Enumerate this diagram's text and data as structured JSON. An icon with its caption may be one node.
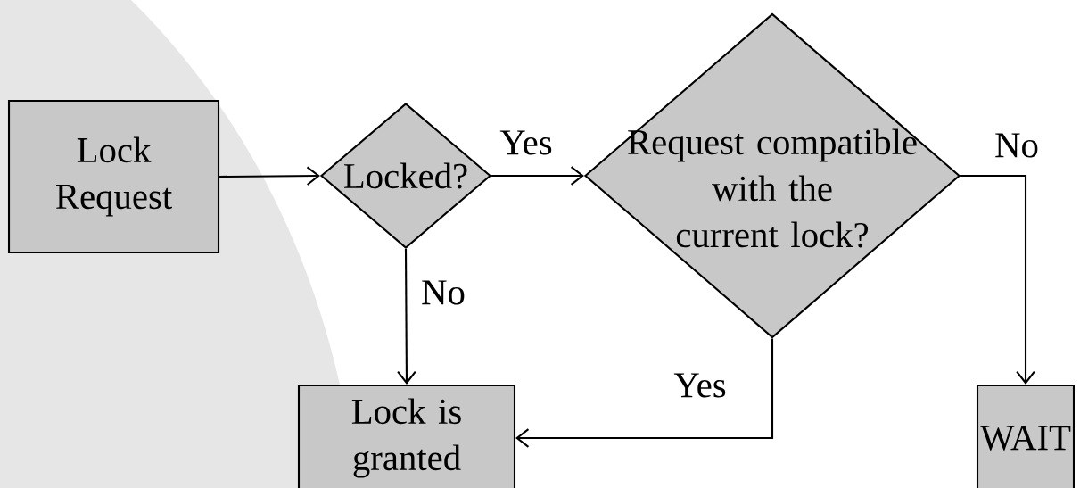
{
  "diagram": {
    "nodes": [
      {
        "text": [
          "Lock Request"
        ]
      },
      {
        "text": [
          "Locked?"
        ]
      },
      {
        "text": [
          "Request compatible with the current lock?"
        ]
      },
      {
        "text": [
          "Lock is granted"
        ]
      },
      {
        "text": [
          "WAIT"
        ]
      }
    ],
    "edges": [
      {
        "from": 0,
        "to": 1,
        "arrow": "to"
      },
      {
        "from": 1,
        "to": 2,
        "arrow": "to",
        "label": "Yes"
      },
      {
        "from": 1,
        "to": 3,
        "arrow": "to",
        "label": "No"
      },
      {
        "from": 2,
        "to": 4,
        "arrow": "to",
        "label": "No"
      },
      {
        "from": 2,
        "to": 3,
        "arrow": "to",
        "label": "Yes"
      }
    ]
  }
}
